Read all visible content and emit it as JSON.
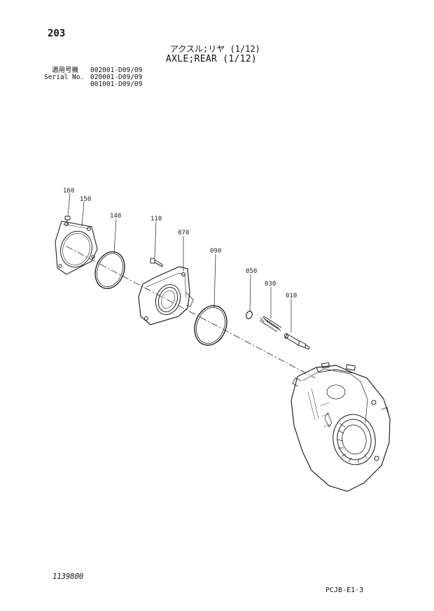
{
  "header": {
    "page_number": "203",
    "title_jp": "アクスル;リヤ (1/12)",
    "title_en": "AXLE;REAR (1/12)",
    "serial_label_jp": "適用号機",
    "serial_label_en": "Serial No.",
    "serial_numbers": [
      "002001-D09/09",
      "020001-D09/09",
      "001001-D09/09"
    ]
  },
  "parts": {
    "p160": "160",
    "p150": "150",
    "p140": "140",
    "p110": "110",
    "p070": "070",
    "p090": "090",
    "p050": "050",
    "p030": "030",
    "p010": "010"
  },
  "footer": {
    "drawing_number": "1139800",
    "sheet_code": "PCJB-E1-3"
  }
}
